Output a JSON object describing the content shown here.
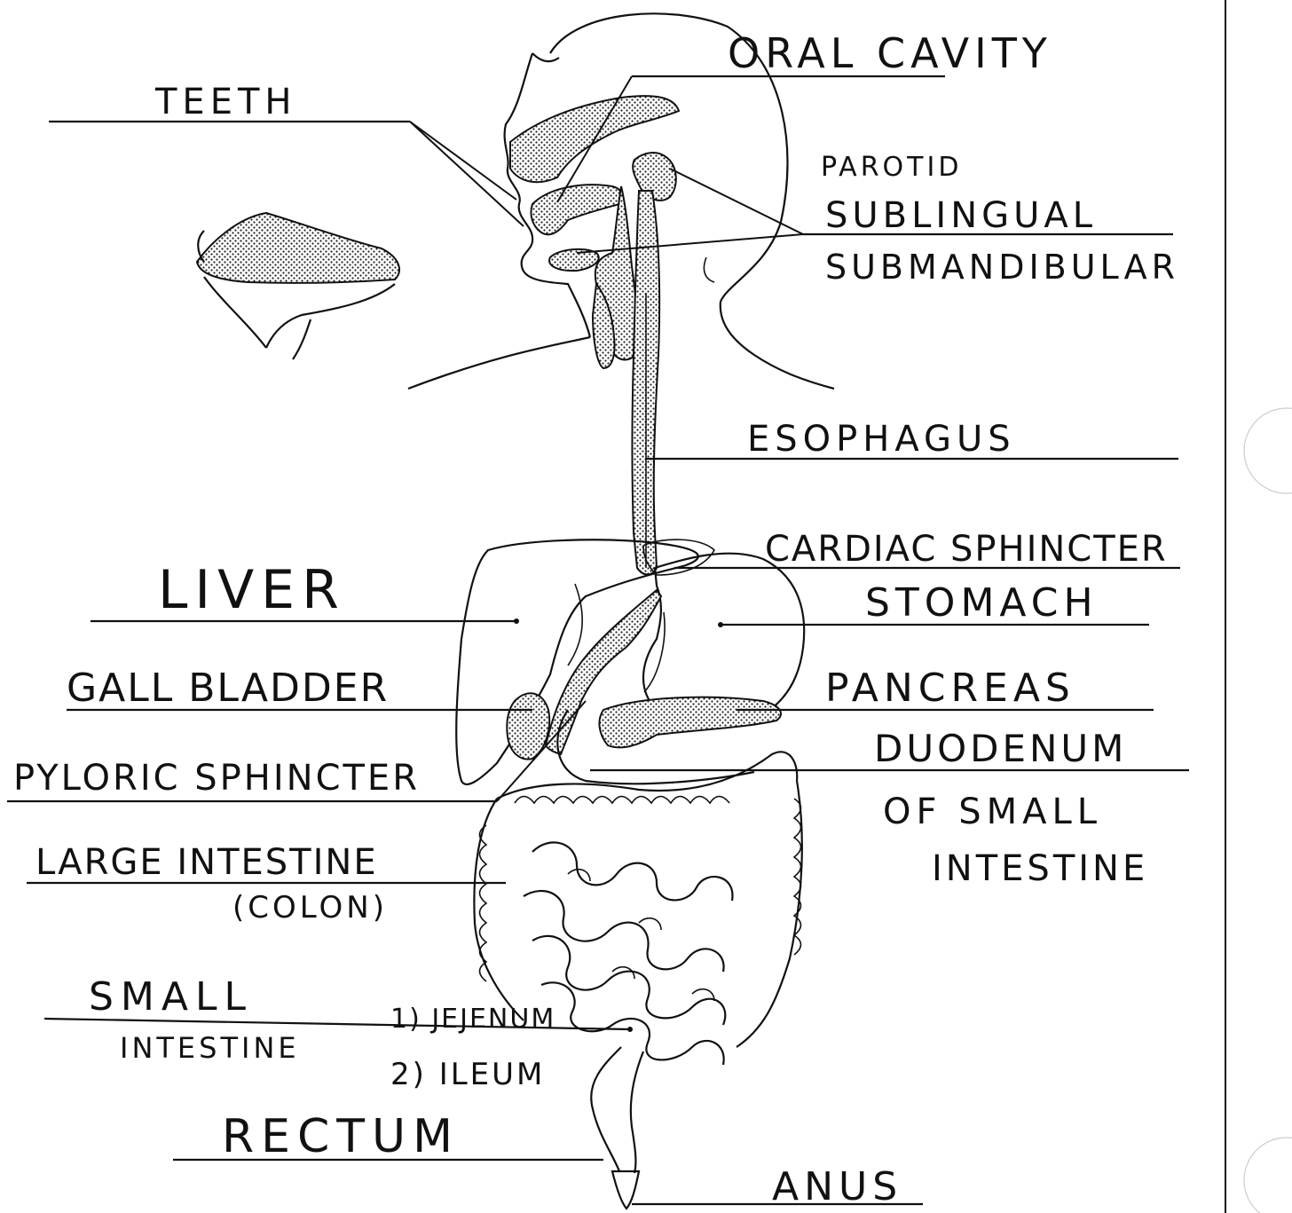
{
  "labels": {
    "oral_cavity": "ORAL CAVITY",
    "teeth": "TEETH",
    "parotid": "PAROTID",
    "sublingual": "SUBLINGUAL",
    "submandibular": "SUBMANDIBULAR",
    "esophagus": "ESOPHAGUS",
    "cardiac_sphincter": "CARDIAC SPHINCTER",
    "liver": "LIVER",
    "stomach": "STOMACH",
    "gall_bladder": "GALL BLADDER",
    "pancreas": "PANCREAS",
    "pyloric_sphincter": "PYLORIC SPHINCTER",
    "duodenum_line1": "DUODENUM",
    "duodenum_line2": "OF SMALL",
    "duodenum_line3": "INTESTINE",
    "large_intestine": "LARGE INTESTINE",
    "colon": "(COLON)",
    "small_intestine_line1": "SMALL",
    "small_intestine_line2": "INTESTINE",
    "jejunum": "1) JEJENUM",
    "ileum": "2) ILEUM",
    "rectum": "RECTUM",
    "anus": "ANUS"
  },
  "colors": {
    "ink": "#111111",
    "paper": "#ffffff"
  }
}
